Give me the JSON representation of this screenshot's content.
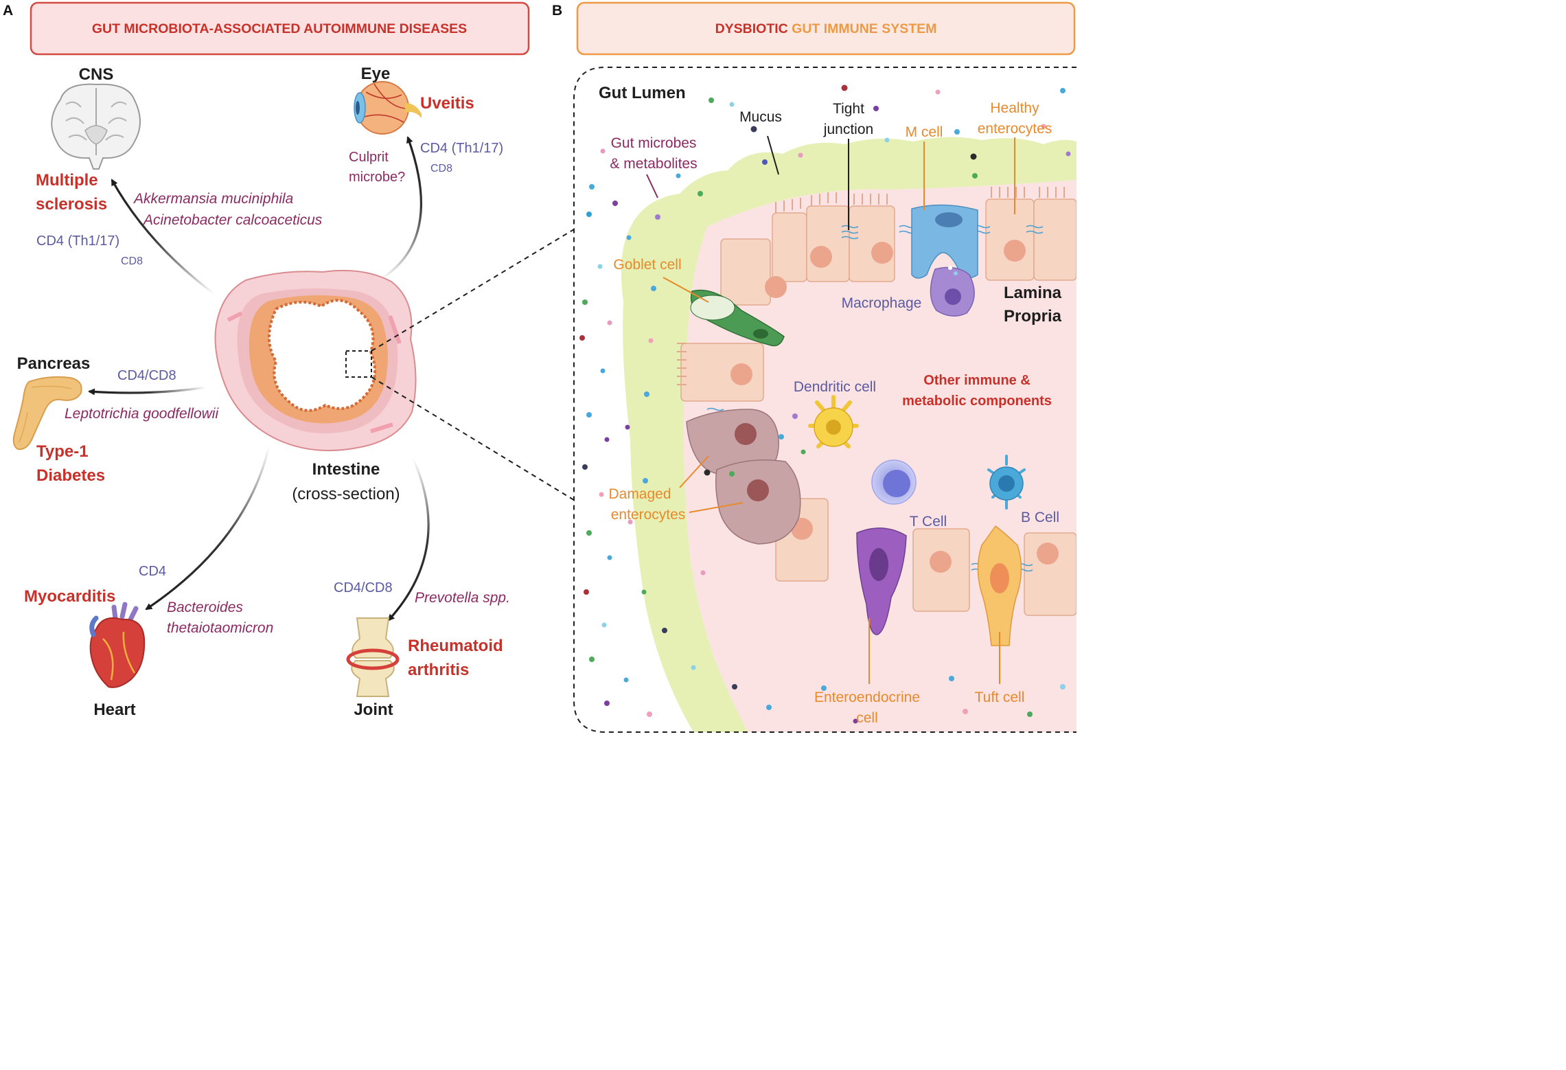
{
  "panel_a": {
    "letter": "A",
    "header": "GUT MICROBIOTA-ASSOCIATED AUTOIMMUNE DISEASES",
    "intestine_label": "Intestine",
    "intestine_sub": "(cross-section)",
    "cns": {
      "organ": "CNS",
      "disease_line1": "Multiple",
      "disease_line2": "sclerosis",
      "cells_main": "CD4 (Th1/17)",
      "cells_sub": "CD8",
      "microbe1": "Akkermansia muciniphila",
      "microbe2": "Acinetobacter calcoaceticus"
    },
    "eye": {
      "organ": "Eye",
      "disease": "Uveitis",
      "cells_main": "CD4 (Th1/17)",
      "cells_sub": "CD8",
      "culprit_line1": "Culprit",
      "culprit_line2": "microbe?"
    },
    "pancreas": {
      "organ": "Pancreas",
      "disease_line1": "Type-1",
      "disease_line2": "Diabetes",
      "cells": "CD4/CD8",
      "microbe": "Leptotrichia goodfellowii"
    },
    "heart": {
      "organ": "Heart",
      "disease": "Myocarditis",
      "cells": "CD4",
      "microbe1": "Bacteroides",
      "microbe2": "thetaiotaomicron"
    },
    "joint": {
      "organ": "Joint",
      "disease_line1": "Rheumatoid",
      "disease_line2": "arthritis",
      "cells": "CD4/CD8",
      "microbe": "Prevotella spp."
    }
  },
  "panel_b": {
    "letter": "B",
    "header_part1": "DYSBIOTIC ",
    "header_part2": "GUT IMMUNE SYSTEM",
    "labels": {
      "gut_lumen": "Gut Lumen",
      "mucus": "Mucus",
      "tight_1": "Tight",
      "tight_2": "junction",
      "m_cell": "M cell",
      "healthy_1": "Healthy",
      "healthy_2": "enterocytes",
      "microbes_1": "Gut microbes",
      "microbes_2": "& metabolites",
      "goblet": "Goblet cell",
      "macrophage": "Macrophage",
      "lamina_1": "Lamina",
      "lamina_2": "Propria",
      "dendritic": "Dendritic cell",
      "other_1": "Other immune &",
      "other_2": "metabolic components",
      "damaged_1": "Damaged",
      "damaged_2": "enterocytes",
      "t_cell": "T Cell",
      "b_cell": "B Cell",
      "entero_1": "Enteroendocrine",
      "entero_2": "cell",
      "tuft": "Tuft cell"
    }
  },
  "colors": {
    "disease_red": "#c8312a",
    "cell_blue": "#5b5aa0",
    "microbe_purple": "#8b2a62",
    "orange_label": "#e8892b",
    "mucus_green": "#e6f0b5",
    "lamina_pink": "#fbe3e3",
    "enterocyte": "#f7d5c3"
  }
}
